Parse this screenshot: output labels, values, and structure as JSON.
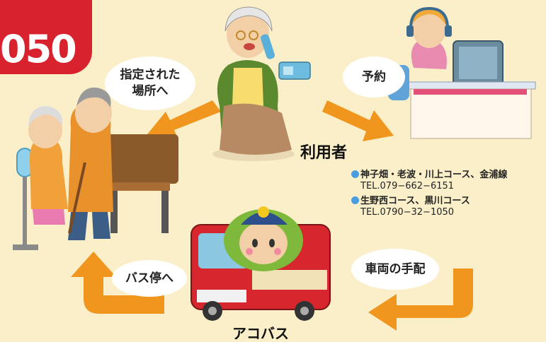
{
  "badge": {
    "text": "050"
  },
  "bubbles": {
    "designated_place": "指定された\n場所へ",
    "reservation": "予約",
    "bus_stop": "バス停へ",
    "vehicle_arrangement": "車両の手配"
  },
  "labels": {
    "user": "利用者",
    "bus": "アコバス"
  },
  "contacts": [
    {
      "course": "神子畑・老波・川上コース、金浦線",
      "tel": "TEL.079−662−6151"
    },
    {
      "course": "生野西コース、黒川コース",
      "tel": "TEL.0790−32−1050"
    }
  ],
  "colors": {
    "background": "#fbefc9",
    "badge": "#d8232f",
    "arrow": "#f0961e",
    "bullet": "#4a9ee0",
    "bus": "#d7262e"
  }
}
